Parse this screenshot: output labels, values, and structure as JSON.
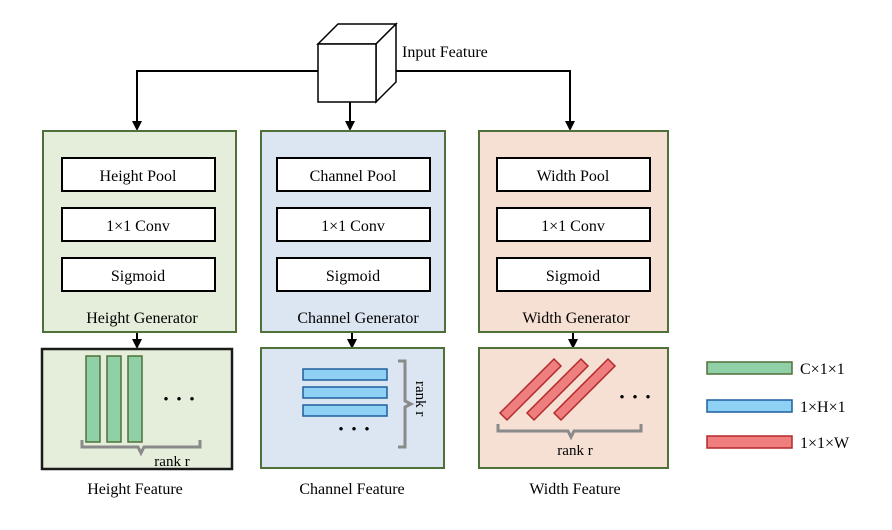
{
  "input": {
    "label": "Input Feature"
  },
  "generators": [
    {
      "id": "height",
      "label": "Height Generator",
      "pool": "Height Pool",
      "conv": "1×1 Conv",
      "act": "Sigmoid",
      "fill": "#e4eedb"
    },
    {
      "id": "channel",
      "label": "Channel Generator",
      "pool": "Channel Pool",
      "conv": "1×1 Conv",
      "act": "Sigmoid",
      "fill": "#dce6f2"
    },
    {
      "id": "width",
      "label": "Width Generator",
      "pool": "Width Pool",
      "conv": "1×1 Conv",
      "act": "Sigmoid",
      "fill": "#f6e0d3"
    }
  ],
  "features": {
    "height": {
      "label": "Height Feature",
      "rank": "rank r",
      "dots": "• • •"
    },
    "channel": {
      "label": "Channel Feature",
      "rank": "rank r",
      "dots": "• • •"
    },
    "width": {
      "label": "Width Feature",
      "rank": "rank r",
      "dots": "• • •"
    }
  },
  "legend": [
    {
      "label": "C×1×1",
      "color": "#8fd0a6"
    },
    {
      "label": "1×H×1",
      "color": "#8fd0f5"
    },
    {
      "label": "1×1×W",
      "color": "#ef7f7f"
    }
  ],
  "colors": {
    "border_green": "#50703a",
    "border_dark": "#1a1a1a",
    "bracket": "#8a8a8a"
  }
}
